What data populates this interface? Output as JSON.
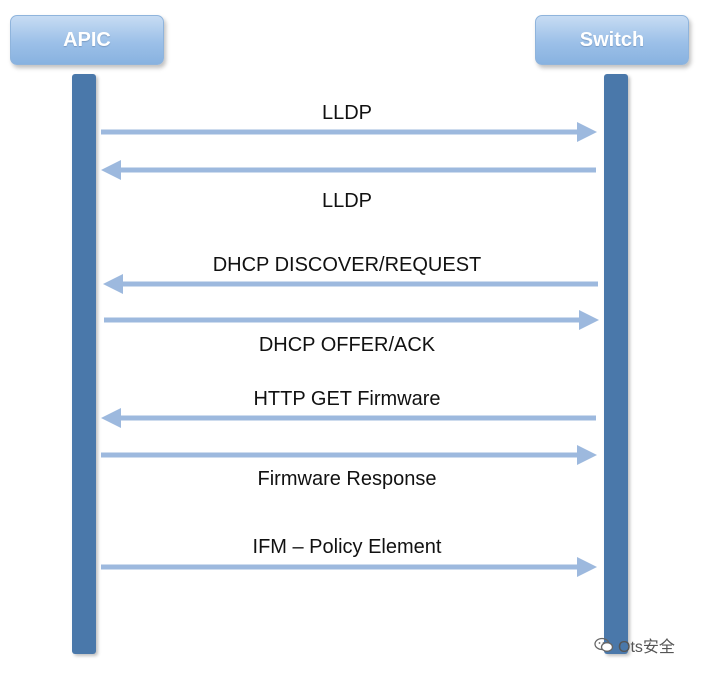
{
  "actors": {
    "left": "APIC",
    "right": "Switch"
  },
  "messages": [
    {
      "label": "LLDP",
      "direction": "right"
    },
    {
      "label": "LLDP",
      "direction": "left"
    },
    {
      "label": "DHCP DISCOVER/REQUEST",
      "direction": "left"
    },
    {
      "label": "DHCP OFFER/ACK",
      "direction": "right"
    },
    {
      "label": "HTTP GET Firmware",
      "direction": "left"
    },
    {
      "label": "Firmware Response",
      "direction": "right"
    },
    {
      "label": "IFM – Policy Element",
      "direction": "right"
    }
  ],
  "watermark": {
    "text": "Ots安全",
    "icon": "wechat-icon"
  },
  "colors": {
    "actor_fill": "#9cc0e8",
    "lifeline": "#4a78aa",
    "arrow": "#9db9de"
  }
}
